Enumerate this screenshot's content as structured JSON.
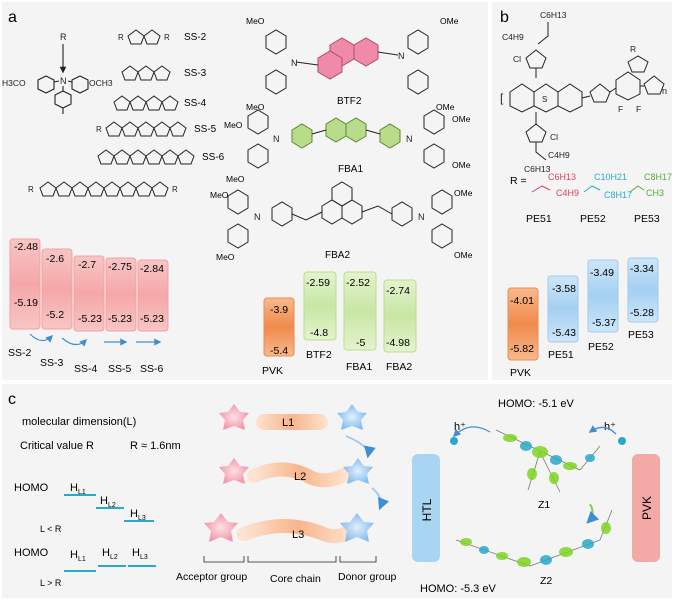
{
  "panel_labels": {
    "a": "a",
    "b": "b",
    "c": "c"
  },
  "panel_a": {
    "donor_R": "R",
    "donor_sub_left": "H3CO",
    "donor_sub_right": "OCH3",
    "chain_R": "R",
    "chains": [
      "SS-2",
      "SS-3",
      "SS-4",
      "SS-5",
      "SS-6"
    ],
    "molecules": [
      "BTF2",
      "FBA1",
      "FBA2"
    ],
    "ome": "MeO",
    "ome_r": "OMe",
    "ss_levels": [
      {
        "lumo": "-2.48",
        "homo": "-5.19",
        "label": "SS-2"
      },
      {
        "lumo": "-2.6",
        "homo": "-5.2",
        "label": "SS-3"
      },
      {
        "lumo": "-2.7",
        "homo": "-5.23",
        "label": "SS-4"
      },
      {
        "lumo": "-2.75",
        "homo": "-5.23",
        "label": "SS-5"
      },
      {
        "lumo": "-2.84",
        "homo": "-5.23",
        "label": "SS-6"
      }
    ],
    "right_levels": [
      {
        "lumo": "-3.9",
        "homo": "-5.4",
        "label": "PVK"
      },
      {
        "lumo": "-2.59",
        "homo": "-4.8",
        "label": "BTF2"
      },
      {
        "lumo": "-2.52",
        "homo": "-5",
        "label": "FBA1"
      },
      {
        "lumo": "-2.74",
        "homo": "-4.98",
        "label": "FBA2"
      }
    ]
  },
  "panel_b": {
    "sidechain_top": [
      "C6H13",
      "C4H9"
    ],
    "sidechain_bottom": [
      "C4H9",
      "C6H13"
    ],
    "cl": "Cl",
    "fluorine": "F",
    "r_top": "R",
    "n": "n",
    "r_eq": "R =",
    "r_groups": [
      {
        "a": "C6H13",
        "b": "C4H9",
        "name": "PE51",
        "color": "#d9435a"
      },
      {
        "a": "C10H21",
        "b": "C8H17",
        "name": "PE52",
        "color": "#29a9c9"
      },
      {
        "a": "C8H17",
        "b": "CH3",
        "name": "PE53",
        "color": "#5aa843"
      }
    ],
    "levels": [
      {
        "lumo": "-4.01",
        "homo": "-5.82",
        "label": "PVK"
      },
      {
        "lumo": "-3.58",
        "homo": "-5.43",
        "label": "PE51"
      },
      {
        "lumo": "-3.49",
        "homo": "-5.37",
        "label": "PE52"
      },
      {
        "lumo": "-3.34",
        "homo": "-5.28",
        "label": "PE53"
      }
    ]
  },
  "panel_c": {
    "molecular_dimension": "molecular dimension(L)",
    "critical": "Critical  value R",
    "critical_val": "R ≈ 1.6nm",
    "homo": "HOMO",
    "hl": [
      "H",
      "L1",
      "L2",
      "L3"
    ],
    "l_lt_r": "L < R",
    "l_gt_r": "L > R",
    "chains": [
      "L1",
      "L2",
      "L3"
    ],
    "acceptor": "Acceptor group",
    "core": "Core chain",
    "donor": "Donor group",
    "htl": "HTL",
    "pvk": "PVK",
    "homo_top": "HOMO: -5.1 eV",
    "homo_bottom": "HOMO: -5.3 eV",
    "hplus": "h⁺",
    "z1": "Z1",
    "z2": "Z2"
  },
  "colors": {
    "red": "#f3a3a6",
    "blue": "#a9d4f2",
    "green": "#cfe9b0",
    "orange": "#f29a5e",
    "pink": "#ef8aa8",
    "accent": "#3f8fd0"
  }
}
